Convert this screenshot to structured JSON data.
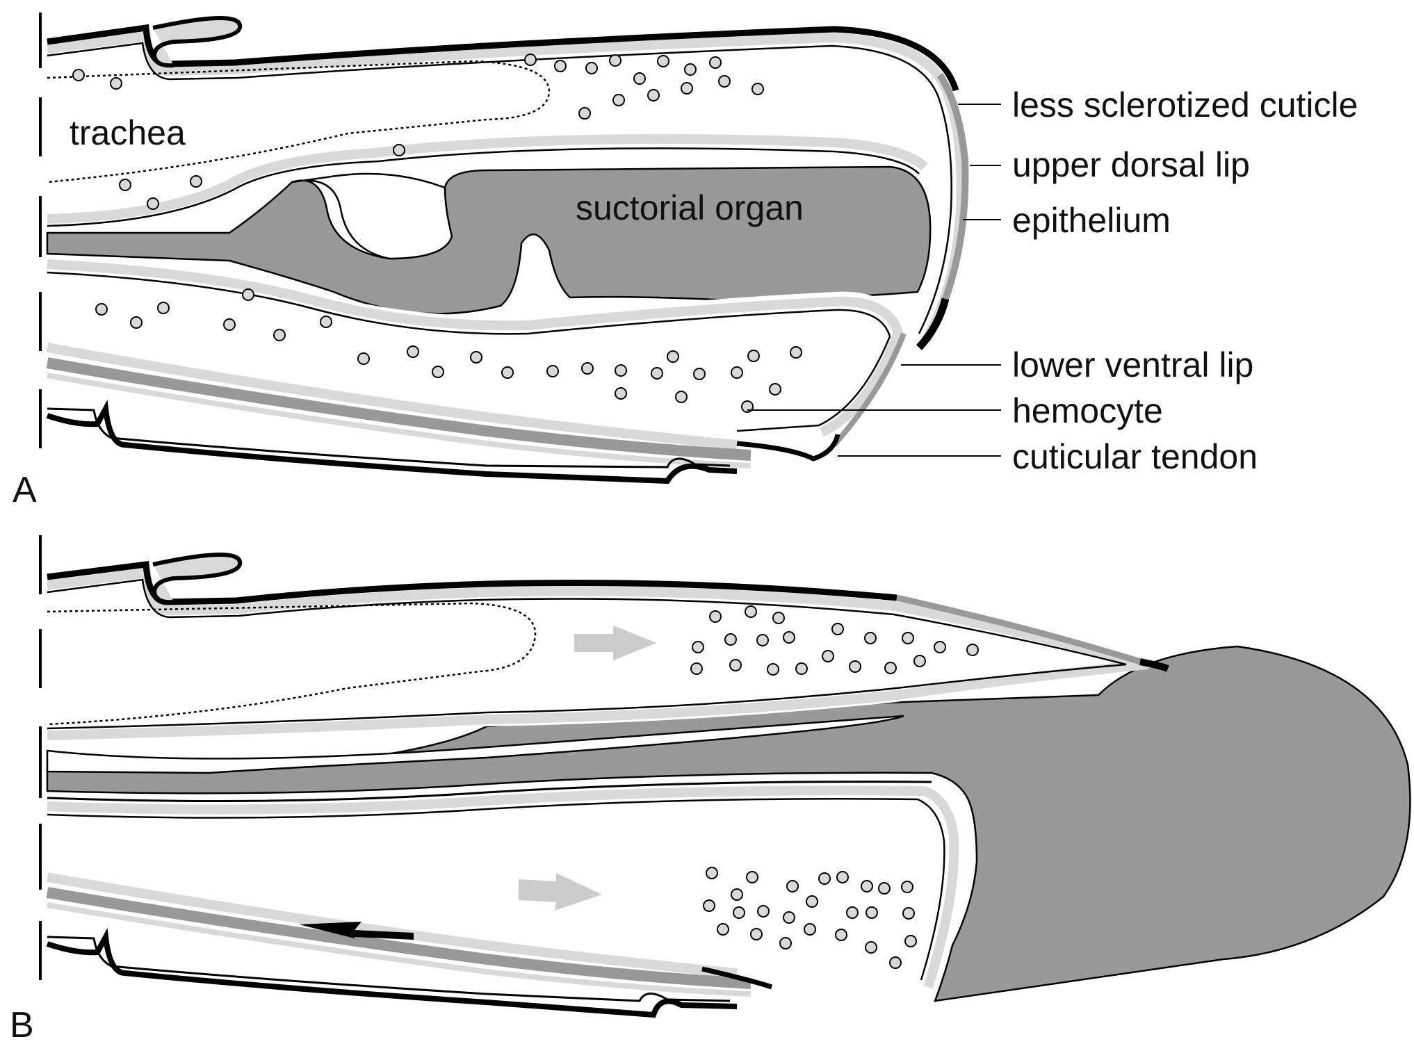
{
  "panels": [
    {
      "id": "A",
      "label": "A"
    },
    {
      "id": "B",
      "label": "B"
    }
  ],
  "labels": {
    "trachea": "trachea",
    "suctorial_organ": "suctorial organ",
    "less_sclerotized_cuticle": "less sclerotized cuticle",
    "upper_dorsal_lip": "upper dorsal lip",
    "epithelium": "epithelium",
    "lower_ventral_lip": "lower ventral lip",
    "hemocyte": "hemocyte",
    "cuticular_tendon": "cuticular tendon"
  },
  "colors": {
    "cuticle": "#000000",
    "epithelium": "#d9d9d9",
    "muscle": "#999999",
    "arrow": "#cccccc",
    "hemocyte_fill": "#d9d9d9"
  }
}
